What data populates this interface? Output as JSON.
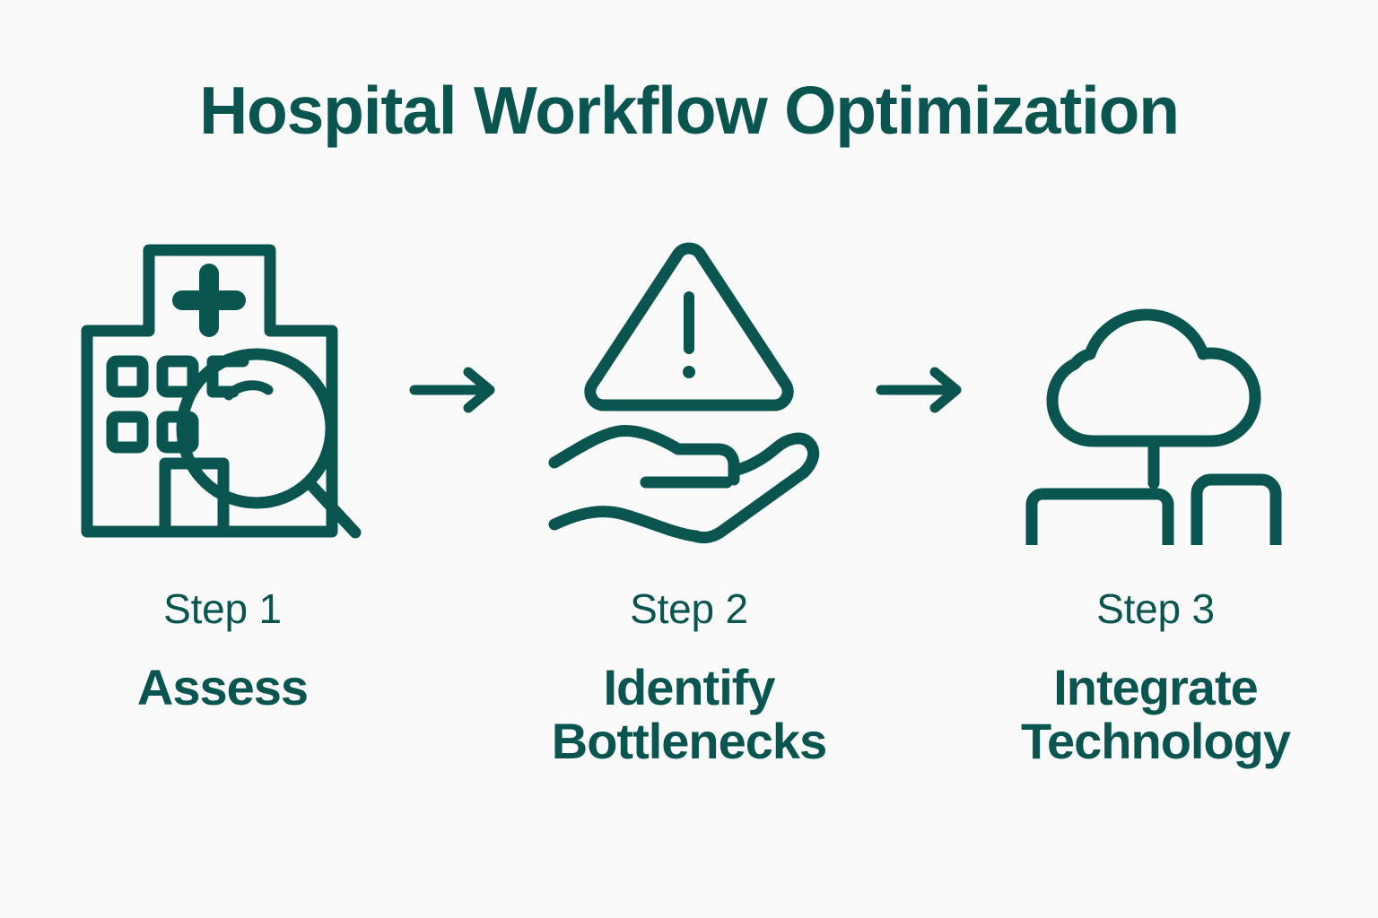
{
  "page": {
    "title": "Hospital Workflow Optimization",
    "background_color": "#fafafb",
    "accent_color": "#0a5550"
  },
  "steps": [
    {
      "label": "Step 1",
      "name": "Assess",
      "icon": "hospital-magnifier-icon",
      "icon_parts": [
        "hospital-building",
        "medical-cross",
        "windows",
        "door",
        "magnifying-glass"
      ]
    },
    {
      "label": "Step 2",
      "name": "Identify\nBottlenecks",
      "icon": "warning-triangle-hand-icon",
      "icon_parts": [
        "warning-triangle",
        "exclamation-mark",
        "open-hand"
      ]
    },
    {
      "label": "Step 3",
      "name": "Integrate\nTechnology",
      "icon": "cloud-devices-icon",
      "icon_parts": [
        "cloud",
        "connector-line",
        "monitor",
        "smartphone"
      ]
    }
  ],
  "arrows": [
    {
      "name": "arrow-step1-to-step2",
      "direction": "right"
    },
    {
      "name": "arrow-step2-to-step3",
      "direction": "right"
    }
  ]
}
